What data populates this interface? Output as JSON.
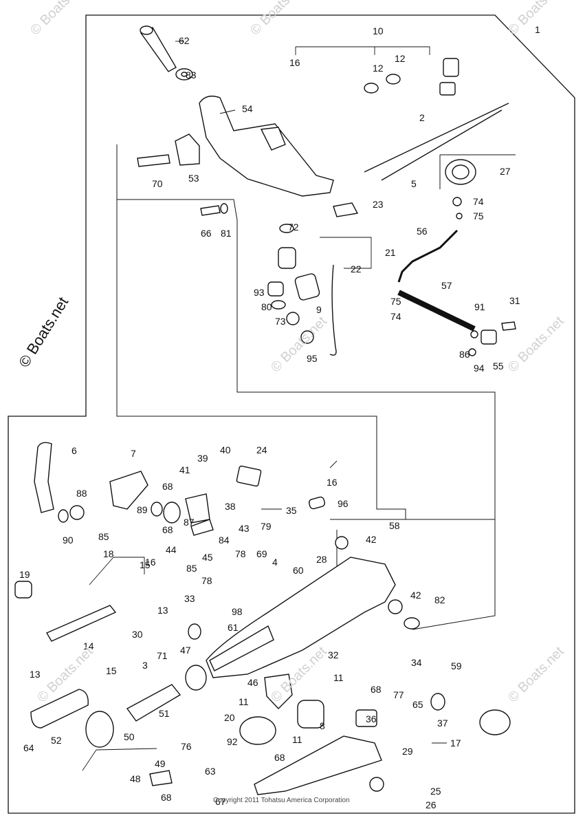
{
  "diagram": {
    "watermark": "© Boats.net",
    "copyright": "Copyright 2011 Tohatsu America Corporation",
    "callouts": [
      "1",
      "2",
      "3",
      "4",
      "5",
      "6",
      "7",
      "8",
      "9",
      "10",
      "11",
      "11",
      "11",
      "12",
      "12",
      "13",
      "13",
      "14",
      "15",
      "15",
      "16",
      "16",
      "16",
      "17",
      "18",
      "19",
      "20",
      "21",
      "22",
      "23",
      "24",
      "25",
      "26",
      "27",
      "28",
      "29",
      "30",
      "31",
      "32",
      "33",
      "34",
      "35",
      "36",
      "37",
      "38",
      "39",
      "40",
      "41",
      "42",
      "42",
      "43",
      "44",
      "45",
      "46",
      "47",
      "48",
      "49",
      "50",
      "51",
      "52",
      "53",
      "54",
      "55",
      "56",
      "57",
      "58",
      "59",
      "60",
      "61",
      "62",
      "63",
      "64",
      "65",
      "66",
      "67",
      "68",
      "68",
      "68",
      "68",
      "68",
      "69",
      "70",
      "71",
      "72",
      "73",
      "74",
      "74",
      "75",
      "75",
      "76",
      "77",
      "78",
      "78",
      "79",
      "80",
      "81",
      "82",
      "83",
      "84",
      "85",
      "85",
      "86",
      "87",
      "88",
      "89",
      "90",
      "91",
      "92",
      "93",
      "94",
      "95",
      "96",
      "98"
    ]
  }
}
